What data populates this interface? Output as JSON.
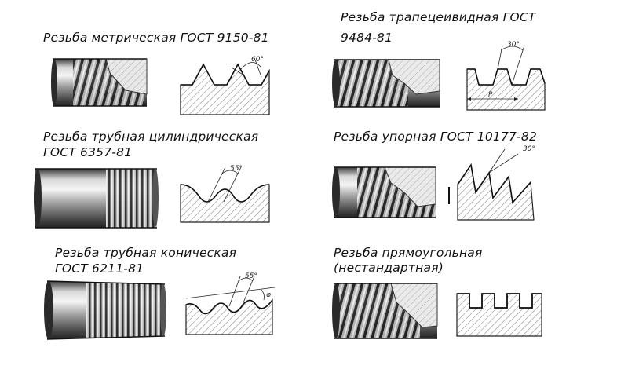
{
  "threads": [
    {
      "name_line1": "Резьба метрическая ГОСТ 9150-81",
      "name_line2": "",
      "angle": "60°"
    },
    {
      "name_line1": "Резьба трапецеивидная ГОСТ",
      "name_line2": "9484-81",
      "angle": "30°",
      "pitch_symbol": "P"
    },
    {
      "name_line1": "Резьба трубная цилиндрическая",
      "name_line2": "ГОСТ 6357-81",
      "angle": "55°"
    },
    {
      "name_line1": "Резьба упорная  ГОСТ 10177-82",
      "name_line2": "",
      "angle": "30°"
    },
    {
      "name_line1": "Резьба трубная коническая",
      "name_line2": "ГОСТ 6211-81",
      "angle": "55°",
      "taper_symbol": "φ"
    },
    {
      "name_line1": "Резьба прямоугольная",
      "name_line2": "(нестандартная)",
      "angle": ""
    }
  ]
}
